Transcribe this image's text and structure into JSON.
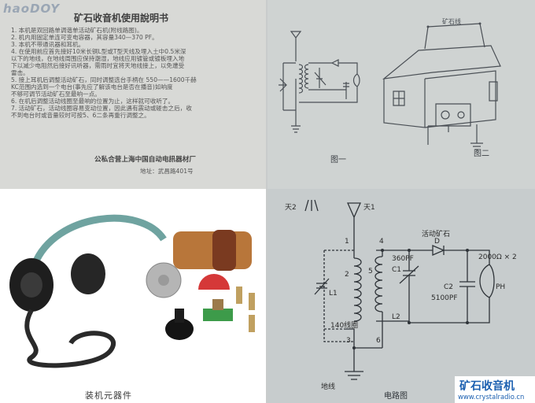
{
  "watermark": "haoDOY",
  "manual": {
    "title": "矿石收音机使用說明书",
    "lines": [
      "1. 本机是双回路单调谐单活动矿石机(附线路图)。",
      "2. 机内用固定单连可变电容器，其容量340—370 PF。",
      "3. 本机不带通讯器和耳机。",
      "4. 在使用前应首先接好10米长铜L型或T型天线及埋入土中0.5米深",
      "   以下的地线，在地线周围应保持潮湿，地线应用镀管或镀板埋入地",
      "   下以减少电阻然后接好讯听器，需雨时宜将天地线接上，以免遭受",
      "   雷击。",
      "5. 接上耳机后调整活动矿石，同时调整选台手柄在 550——1600千赫",
      "   KC范围内选到一个电台(事先应了解该电台是否在播音)如响度",
      "   不够可调节活动矿石至最响一点。",
      "6. 在机后调整活动线圈至最响的位置为止，这样就可收听了。",
      "7. 活动矿石，活动线圈容易变动位置，因此遇有震动或碰击之后，收",
      "   不到电台时或音量较时可按5、6二条再重行调整之。"
    ],
    "company": "公私合营上海中国自动电訊器材厂",
    "address": "地址：武昌路401号"
  },
  "figures": {
    "fig1": "图一",
    "fig2": "图二",
    "roof_label": "矿石线"
  },
  "parts": {
    "caption": "装机元器件"
  },
  "circuit": {
    "title": "电路图",
    "labels": {
      "antenna2": "天2",
      "antenna1": "天1",
      "crystal": "活动矿石",
      "diode": "D",
      "earphone": "2000Ω × 2",
      "c1_value": "360PF",
      "c1": "C1",
      "c2": "C2",
      "c2_value": "5100PF",
      "l1": "L1",
      "l2": "L2",
      "turns": "140线圈",
      "ph": "PH",
      "ground": "地线",
      "n1": "1",
      "n2": "2",
      "n3": "3",
      "n4": "4",
      "n5": "5",
      "n6": "6"
    }
  },
  "brand": {
    "name": "矿石收音机",
    "url": "www.crystalradio.cn"
  }
}
